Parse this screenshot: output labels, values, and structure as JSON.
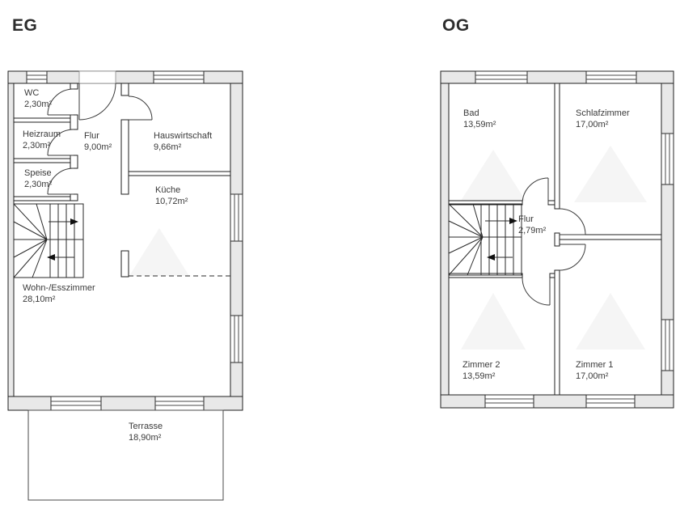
{
  "document": {
    "type": "floorplan-drawing",
    "background": "#ffffff"
  },
  "colors": {
    "wall_fill": "#e8e8e8",
    "line": "#1f1f1f",
    "text": "#3a3a3a"
  },
  "floors": {
    "eg": {
      "title": "EG",
      "rooms": {
        "wc": {
          "name": "WC",
          "area": "2,30m²"
        },
        "heizraum": {
          "name": "Heizraum",
          "area": "2,30m²"
        },
        "speise": {
          "name": "Speise",
          "area": "2,30m²"
        },
        "flur": {
          "name": "Flur",
          "area": "9,00m²"
        },
        "hauswirtschaft": {
          "name": "Hauswirtschaft",
          "area": "9,66m²"
        },
        "kueche": {
          "name": "Küche",
          "area": "10,72m²"
        },
        "wohnesszimmer": {
          "name": "Wohn-/Esszimmer",
          "area": "28,10m²"
        },
        "terrasse": {
          "name": "Terrasse",
          "area": "18,90m²"
        }
      }
    },
    "og": {
      "title": "OG",
      "rooms": {
        "bad": {
          "name": "Bad",
          "area": "13,59m²"
        },
        "schlafzimmer": {
          "name": "Schlafzimmer",
          "area": "17,00m²"
        },
        "flur": {
          "name": "Flur",
          "area": "2,79m²"
        },
        "zimmer2": {
          "name": "Zimmer 2",
          "area": "13,59m²"
        },
        "zimmer1": {
          "name": "Zimmer 1",
          "area": "17,00m²"
        }
      }
    }
  }
}
